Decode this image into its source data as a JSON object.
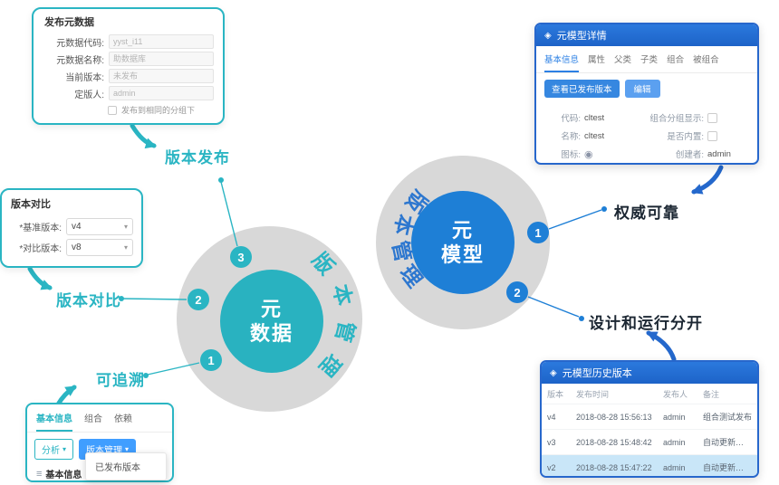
{
  "colors": {
    "teal": "#2ab5c3",
    "blue": "#2468cc",
    "metadata_circle_fill": "#29b2c0",
    "metamodel_circle_fill": "#1e7fd6",
    "ring_gray": "#d8d8d8",
    "highlight_row": "#c9e6f8"
  },
  "icons": {
    "tag": "◈",
    "caret_down": "▾",
    "menu": "≡",
    "circle": "◉"
  },
  "publish_panel": {
    "title": "发布元数据",
    "fields": [
      {
        "label": "元数据代码:",
        "value": "yyst_i11"
      },
      {
        "label": "元数据名称:",
        "value": "助数据库"
      },
      {
        "label": "当前版本:",
        "value": "未发布"
      },
      {
        "label": "定版人:",
        "value": "admin"
      }
    ],
    "checkbox_label": "发布到相同的分组下"
  },
  "compare_panel": {
    "title": "版本对比",
    "fields": [
      {
        "label": "*基准版本:",
        "value": "v4"
      },
      {
        "label": "*对比版本:",
        "value": "v8"
      }
    ]
  },
  "trace_panel": {
    "tabs": [
      "基本信息",
      "组合",
      "依赖"
    ],
    "analyze_button": "分析",
    "version_button": "版本管理",
    "menu_item": "已发布版本",
    "footer": "基本信息"
  },
  "callouts": {
    "version_publish": "版本发布",
    "version_compare": "版本对比",
    "traceable": "可追溯",
    "authoritative": "权威可靠",
    "design_runtime_split": "设计和运行分开"
  },
  "metadata_circle": {
    "line1": "元",
    "line2": "数据",
    "ring_text": "版本管理",
    "badges": [
      "1",
      "2",
      "3"
    ]
  },
  "metamodel_circle": {
    "line1": "元",
    "line2": "模型",
    "ring_text": "版本管理",
    "badges": [
      "1",
      "2"
    ]
  },
  "detail_panel": {
    "title": "元模型详情",
    "tabs": [
      "基本信息",
      "属性",
      "父类",
      "子类",
      "组合",
      "被组合"
    ],
    "view_button": "查看已发布版本",
    "edit_button": "编辑",
    "fields": {
      "code_label": "代码:",
      "code_value": "cltest",
      "group_label": "组合分组显示:",
      "name_label": "名称:",
      "name_value": "cltest",
      "builtin_label": "是否内置:",
      "icon_label": "图标:",
      "creator_label": "创建者:",
      "creator_value": "admin"
    }
  },
  "history_panel": {
    "title": "元模型历史版本",
    "columns": [
      "版本",
      "发布时间",
      "发布人",
      "备注"
    ],
    "rows": [
      {
        "version": "v4",
        "time": "2018-08-28 15:56:13",
        "publisher": "admin",
        "note": "组合测试发布"
      },
      {
        "version": "v3",
        "time": "2018-08-28 15:48:42",
        "publisher": "admin",
        "note": "自动更新并发布"
      },
      {
        "version": "v2",
        "time": "2018-08-28 15:47:22",
        "publisher": "admin",
        "note": "自动更新并发布"
      }
    ]
  }
}
